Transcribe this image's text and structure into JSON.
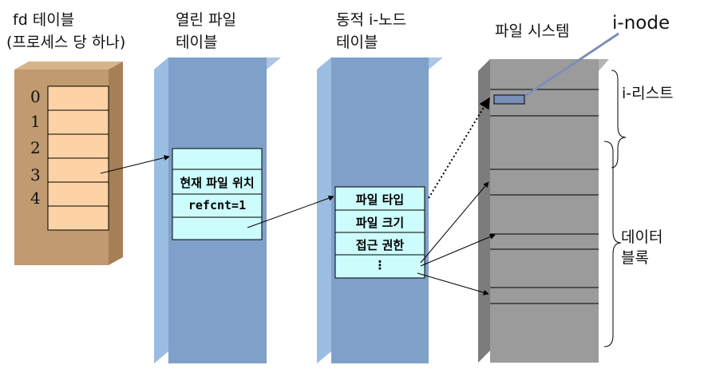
{
  "columns": {
    "fd_table": {
      "title_line1": "fd 테이블",
      "title_line2": "(프로세스 당 하나)",
      "indices": [
        "0",
        "1",
        "2",
        "3",
        "4"
      ]
    },
    "open_file_table": {
      "title_line1": "열린 파일",
      "title_line2": "테이블",
      "cells": [
        "현재 파일 위치",
        "refcnt=1"
      ]
    },
    "inode_table": {
      "title_line1": "동적 i-노드",
      "title_line2": "테이블",
      "cells": [
        "파일 타입",
        "파일 크기",
        "접근 권한",
        "⋮"
      ]
    },
    "file_system": {
      "title": "파일 시스템",
      "inode_label": "i-node",
      "ilist_label": "i-리스트",
      "data_label_line1": "데이터",
      "data_label_line2": "블록"
    }
  },
  "colors": {
    "fd_block": "#c09a70",
    "fd_cell": "#fdd3a6",
    "table_block": "#7fa0c8",
    "table_side": "#9bbde2",
    "cell_fill": "#ccfcfc",
    "fs_block": "#9b9b9b",
    "inode_box": "#7a8fb8",
    "line": "#000000"
  }
}
